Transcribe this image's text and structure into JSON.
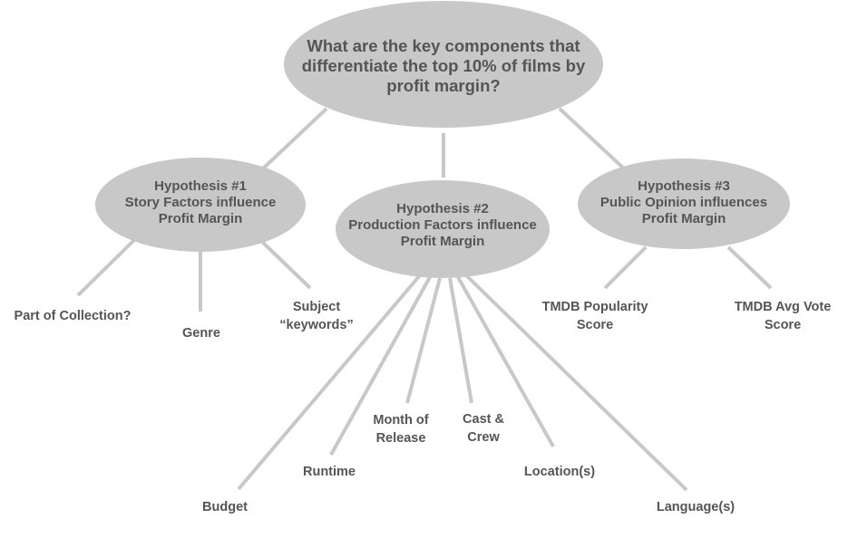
{
  "root": {
    "lines": [
      "What are the key components that",
      "differentiate the top 10% of films by",
      "profit margin?"
    ]
  },
  "hypotheses": [
    {
      "lines": [
        "Hypothesis #1",
        "Story Factors influence",
        "Profit Margin"
      ]
    },
    {
      "lines": [
        "Hypothesis #2",
        "Production Factors influence",
        "Profit Margin"
      ]
    },
    {
      "lines": [
        "Hypothesis #3",
        "Public Opinion influences",
        "Profit Margin"
      ]
    }
  ],
  "story_factors": [
    {
      "lines": [
        "Part of Collection?"
      ]
    },
    {
      "lines": [
        "Genre"
      ]
    },
    {
      "lines": [
        "Subject",
        "“keywords”"
      ]
    }
  ],
  "production_factors": [
    {
      "lines": [
        "Budget"
      ]
    },
    {
      "lines": [
        "Runtime"
      ]
    },
    {
      "lines": [
        "Month of",
        "Release"
      ]
    },
    {
      "lines": [
        "Cast &",
        "Crew"
      ]
    },
    {
      "lines": [
        "Location(s)"
      ]
    },
    {
      "lines": [
        "Language(s)"
      ]
    }
  ],
  "public_opinion_factors": [
    {
      "lines": [
        "TMDB Popularity",
        "Score"
      ]
    },
    {
      "lines": [
        "TMDB Avg Vote",
        "Score"
      ]
    }
  ],
  "colors": {
    "node_fill": "#c8c8c8",
    "line": "#c8c8c8",
    "text": "#555555"
  }
}
